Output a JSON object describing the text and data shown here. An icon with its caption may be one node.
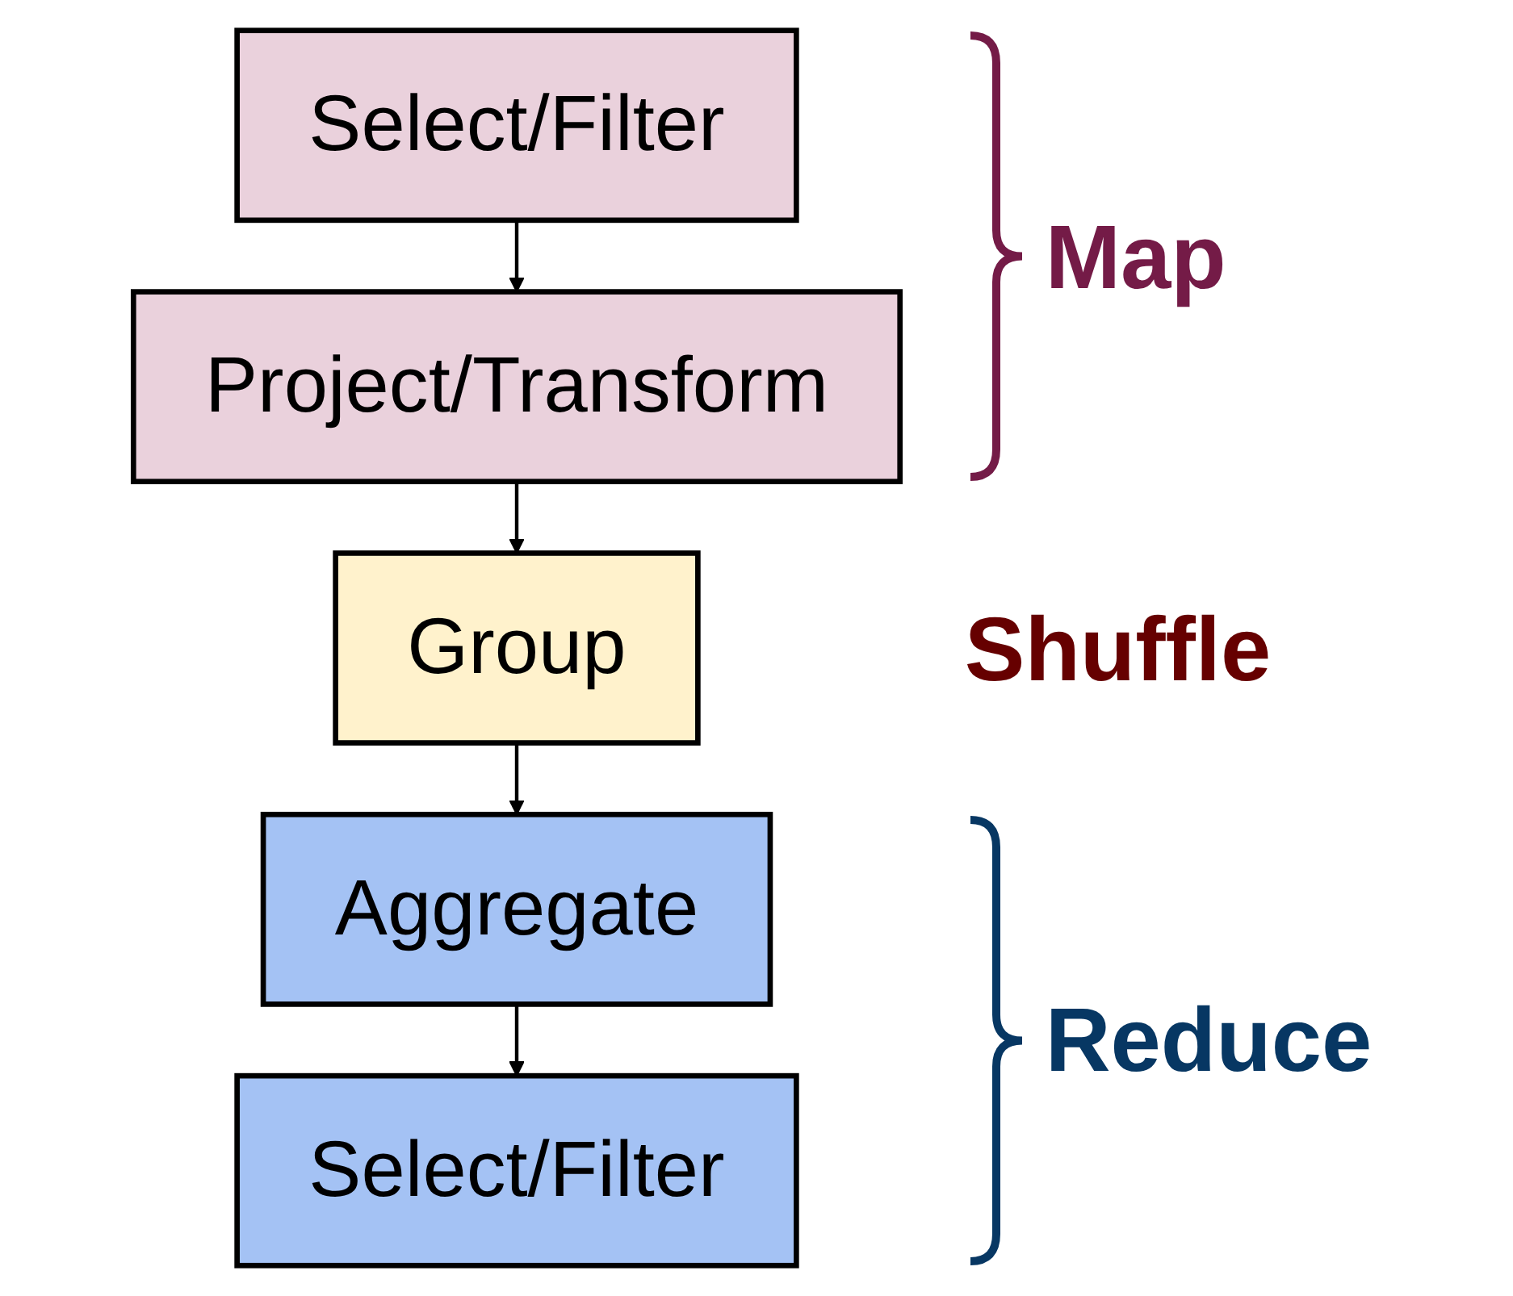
{
  "diagram": {
    "nodes": [
      {
        "text": [
          "Select/Filter"
        ]
      },
      {
        "text": [
          "Project/Transform"
        ]
      },
      {
        "text": [
          "Group"
        ]
      },
      {
        "text": [
          "Aggregate"
        ]
      },
      {
        "text": [
          "Select/Filter"
        ]
      }
    ],
    "edges": [
      {
        "from": 0,
        "to": 1,
        "arrow": "to"
      },
      {
        "from": 1,
        "to": 2,
        "arrow": "to"
      },
      {
        "from": 2,
        "to": 3,
        "arrow": "to"
      },
      {
        "from": 3,
        "to": 4,
        "arrow": "to"
      }
    ],
    "labels": [
      "Map",
      "Shuffle",
      "Reduce"
    ]
  }
}
